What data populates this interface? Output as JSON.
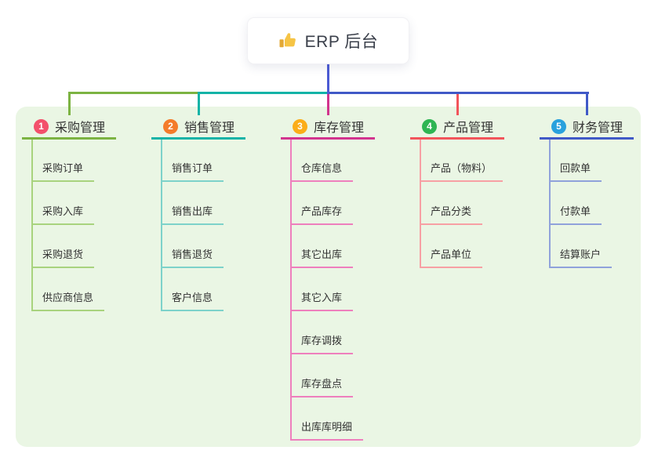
{
  "root": {
    "label": "ERP 后台",
    "icon": "thumbs-up-icon"
  },
  "colors": {
    "page_bg": "#ffffff",
    "panel_bg": "#EAF6E4",
    "root_connector": "#4C5BD4",
    "text": "#333333",
    "thumb_yellow": "#F6C445",
    "thumb_dark": "#E3A936"
  },
  "branches": [
    {
      "index": "1",
      "title": "采购管理",
      "badge_color": "#F3506B",
      "line_color": "#7CB342",
      "child_line_color": "#A8D37E",
      "children": [
        "采购订单",
        "采购入库",
        "采购退货",
        "供应商信息"
      ]
    },
    {
      "index": "2",
      "title": "销售管理",
      "badge_color": "#F47B2A",
      "line_color": "#14B3A7",
      "child_line_color": "#7DD2CA",
      "children": [
        "销售订单",
        "销售出库",
        "销售退货",
        "客户信息"
      ]
    },
    {
      "index": "3",
      "title": "库存管理",
      "badge_color": "#FBAD18",
      "line_color": "#D2348E",
      "child_line_color": "#EE7FBD",
      "children": [
        "仓库信息",
        "产品库存",
        "其它出库",
        "其它入库",
        "库存调拨",
        "库存盘点",
        "出库库明细"
      ]
    },
    {
      "index": "4",
      "title": "产品管理",
      "badge_color": "#2EB553",
      "line_color": "#F2545B",
      "child_line_color": "#F7A0A4",
      "children": [
        "产品（物料）",
        "产品分类",
        "产品单位"
      ]
    },
    {
      "index": "5",
      "title": "财务管理",
      "badge_color": "#29A1DD",
      "line_color": "#4059C7",
      "child_line_color": "#90A2DB",
      "children": [
        "回款单",
        "付款单",
        "结算账户"
      ]
    }
  ]
}
